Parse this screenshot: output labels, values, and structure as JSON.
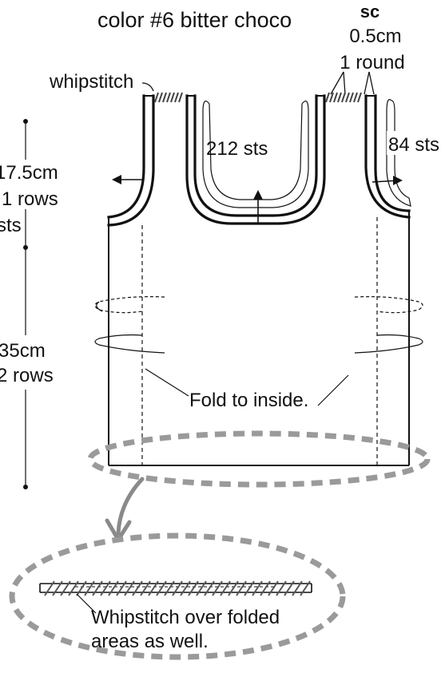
{
  "title": "color #6 bitter choco",
  "colors": {
    "ink": "#111111",
    "dash_gray": "#9a9a9a",
    "arrow_gray": "#8a8a8a",
    "bg": "#ffffff"
  },
  "labels": {
    "sc": "sc",
    "sc_width": "0.5cm",
    "sc_rounds": "1 round",
    "whipstitch": "whipstitch",
    "neck_sts": "212 sts",
    "armhole_sts": "84 sts",
    "upper_height": "17.5cm",
    "upper_rows": "1 rows",
    "upper_sts": "sts",
    "lower_height": "35cm",
    "lower_rows": "2 rows",
    "fold_note": "Fold to inside.",
    "detail_note_line1": "Whipstitch over folded",
    "detail_note_line2": "areas as well."
  },
  "icons": [
    "arrow-left-icon",
    "arrow-right-icon",
    "arrow-up-icon",
    "curved-arrow-down-icon",
    "twist-arrow-icon"
  ]
}
